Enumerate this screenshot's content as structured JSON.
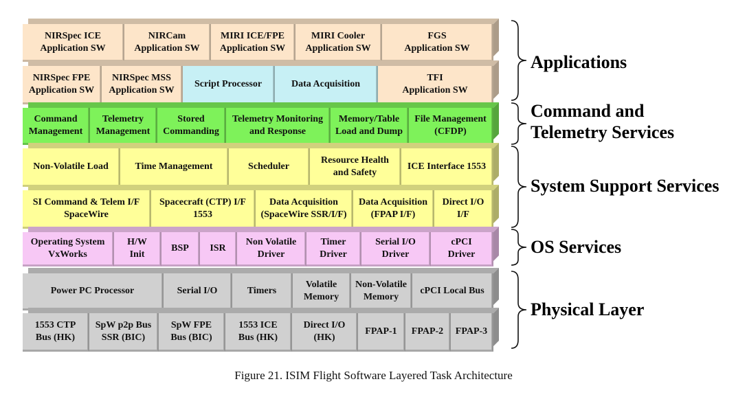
{
  "colors": {
    "applications": "#fde5c9",
    "applications_special": "#c7f0f5",
    "command_telemetry": "#7ef25a",
    "system_support": "#ffff99",
    "os_services": "#f7c8f5",
    "physical": "#d0d0d0"
  },
  "rows": [
    {
      "layer": "applications",
      "blocks": [
        {
          "name": "nirspec-ice-app-sw",
          "label": "NIRSpec ICE\nApplication SW"
        },
        {
          "name": "nircam-app-sw",
          "label": "NIRCam\nApplication SW"
        },
        {
          "name": "miri-ice-fpe-app-sw",
          "label": "MIRI ICE/FPE\nApplication SW"
        },
        {
          "name": "miri-cooler-app-sw",
          "label": "MIRI Cooler\nApplication SW"
        },
        {
          "name": "fgs-app-sw",
          "label": "FGS\nApplication SW"
        }
      ]
    },
    {
      "layer": "applications",
      "blocks": [
        {
          "name": "nirspec-fpe-app-sw",
          "label": "NIRSpec FPE\nApplication SW"
        },
        {
          "name": "nirspec-mss-app-sw",
          "label": "NIRSpec MSS\nApplication SW"
        },
        {
          "name": "script-processor",
          "label": "Script Processor",
          "special": true
        },
        {
          "name": "data-acquisition-app",
          "label": "Data Acquisition",
          "special": true
        },
        {
          "name": "tfi-app-sw",
          "label": "TFI\nApplication SW"
        }
      ]
    },
    {
      "layer": "command_telemetry",
      "blocks": [
        {
          "name": "command-management",
          "label": "Command\nManagement"
        },
        {
          "name": "telemetry-management",
          "label": "Telemetry\nManagement"
        },
        {
          "name": "stored-commanding",
          "label": "Stored\nCommanding"
        },
        {
          "name": "telemetry-monitoring-response",
          "label": "Telemetry Monitoring\nand Response"
        },
        {
          "name": "memory-table-load-dump",
          "label": "Memory/Table\nLoad and Dump"
        },
        {
          "name": "file-management-cfdp",
          "label": "File Management\n(CFDP)"
        }
      ]
    },
    {
      "layer": "system_support",
      "blocks": [
        {
          "name": "non-volatile-load",
          "label": "Non-Volatile Load"
        },
        {
          "name": "time-management",
          "label": "Time Management"
        },
        {
          "name": "scheduler",
          "label": "Scheduler"
        },
        {
          "name": "resource-health-safety",
          "label": "Resource Health\nand Safety"
        },
        {
          "name": "ice-interface-1553",
          "label": "ICE Interface 1553"
        }
      ]
    },
    {
      "layer": "system_support",
      "blocks": [
        {
          "name": "si-command-telem-spacewire",
          "label": "SI Command  & Telem I/F\nSpaceWire"
        },
        {
          "name": "spacecraft-ctp-if-1553",
          "label": "Spacecraft (CTP) I/F\n1553"
        },
        {
          "name": "data-acquisition-spacewire",
          "label": "Data Acquisition\n(SpaceWire SSR/I/F)"
        },
        {
          "name": "data-acquisition-fpap",
          "label": "Data Acquisition\n(FPAP I/F)"
        },
        {
          "name": "direct-io-if",
          "label": "Direct I/O\nI/F"
        }
      ]
    },
    {
      "layer": "os_services",
      "blocks": [
        {
          "name": "os-vxworks",
          "label": "Operating System\nVxWorks"
        },
        {
          "name": "hw-init",
          "label": "H/W\nInit"
        },
        {
          "name": "bsp",
          "label": "BSP"
        },
        {
          "name": "isr",
          "label": "ISR"
        },
        {
          "name": "non-volatile-driver",
          "label": "Non Volatile\nDriver"
        },
        {
          "name": "timer-driver",
          "label": "Timer\nDriver"
        },
        {
          "name": "serial-io-driver",
          "label": "Serial I/O\nDriver"
        },
        {
          "name": "cpci-driver",
          "label": "cPCI\nDriver"
        }
      ]
    },
    {
      "layer": "physical",
      "blocks": [
        {
          "name": "power-pc-processor",
          "label": "Power PC Processor"
        },
        {
          "name": "serial-io",
          "label": "Serial I/O"
        },
        {
          "name": "timers",
          "label": "Timers"
        },
        {
          "name": "volatile-memory",
          "label": "Volatile\nMemory"
        },
        {
          "name": "non-volatile-memory",
          "label": "Non-Volatile\nMemory"
        },
        {
          "name": "cpci-local-bus",
          "label": "cPCI Local Bus"
        }
      ]
    },
    {
      "layer": "physical",
      "blocks": [
        {
          "name": "1553-ctp-bus",
          "label": "1553 CTP\nBus (HK)"
        },
        {
          "name": "spw-p2p-bus-ssr",
          "label": "SpW p2p Bus\nSSR (BIC)"
        },
        {
          "name": "spw-fpe-bus",
          "label": "SpW FPE\nBus (BIC)"
        },
        {
          "name": "1553-ice-bus",
          "label": "1553 ICE\nBus (HK)"
        },
        {
          "name": "direct-io-hk",
          "label": "Direct I/O\n(HK)"
        },
        {
          "name": "fpap-1",
          "label": "FPAP-1"
        },
        {
          "name": "fpap-2",
          "label": "FPAP-2"
        },
        {
          "name": "fpap-3",
          "label": "FPAP-3"
        }
      ]
    }
  ],
  "groups": [
    {
      "name": "applications",
      "label": "Applications"
    },
    {
      "name": "command-telemetry-services",
      "label": "Command and\nTelemetry  Services"
    },
    {
      "name": "system-support-services",
      "label": "System Support Services"
    },
    {
      "name": "os-services",
      "label": "OS Services"
    },
    {
      "name": "physical-layer",
      "label": "Physical Layer"
    }
  ],
  "caption": "Figure 21.  ISIM Flight Software Layered Task Architecture"
}
